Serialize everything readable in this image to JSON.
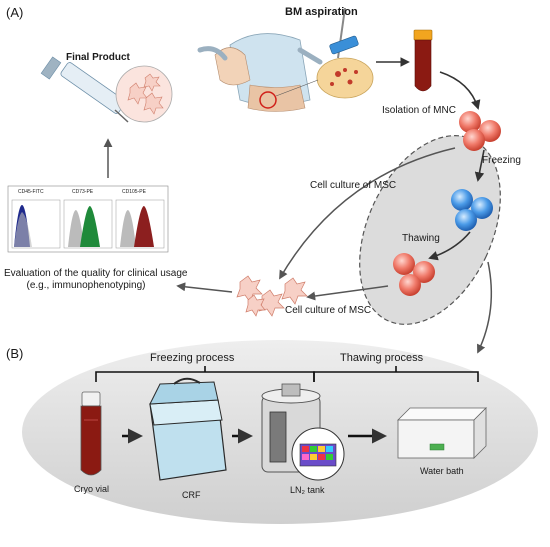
{
  "panel_a": {
    "label": "(A)",
    "bm_aspiration": "BM aspiration",
    "final_product": "Final Product",
    "isolation": "Isolation of MNC",
    "freezing": "Freezing",
    "thawing": "Thawing",
    "culture_top": "Cell culture of MSC",
    "culture_bottom": "Cell culture of MSC",
    "evaluation_line1": "Evaluation of the quality for clinical usage",
    "evaluation_line2": "(e.g., immunophenotyping)",
    "histograms": [
      {
        "marker": "CD45-FITC",
        "color": "#1f2a8c"
      },
      {
        "marker": "CD73-PE",
        "color": "#1f8a3a"
      },
      {
        "marker": "CD105-PE",
        "color": "#8c1f1f"
      }
    ]
  },
  "panel_b": {
    "label": "(B)",
    "freezing_process": "Freezing process",
    "thawing_process": "Thawing process",
    "cryo_vial": "Cryo vial",
    "crf": "CRF",
    "ln2_tank": "LN₂ tank",
    "water_bath": "Water bath"
  },
  "colors": {
    "cell_red": "#e8675a",
    "cell_blue": "#3a86d6",
    "ellipse_fill": "#dcdcdc",
    "blood_red": "#8b1a12"
  }
}
